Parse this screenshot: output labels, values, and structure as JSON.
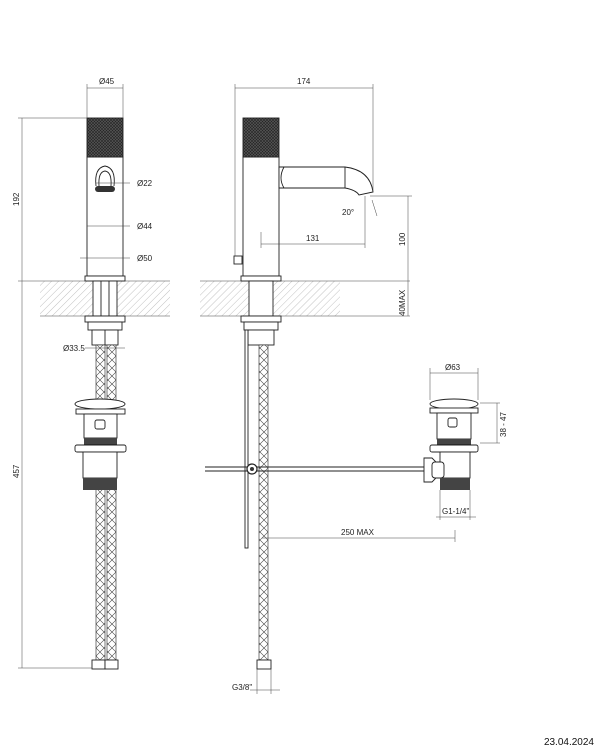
{
  "dimensions": {
    "d45": "Ø45",
    "d22": "Ø22",
    "d44": "Ø44",
    "d50": "Ø50",
    "d33_5": "Ø33.5",
    "h192": "192",
    "h457": "457",
    "w174": "174",
    "angle20": "20°",
    "w131": "131",
    "h100": "100",
    "h40max": "40MAX",
    "d63": "Ø63",
    "h38_47": "38 - 47",
    "g1_14": "G1-1/4\"",
    "w250max": "250 MAX",
    "g3_8": "G3/8\""
  },
  "date": "23.04.2024"
}
